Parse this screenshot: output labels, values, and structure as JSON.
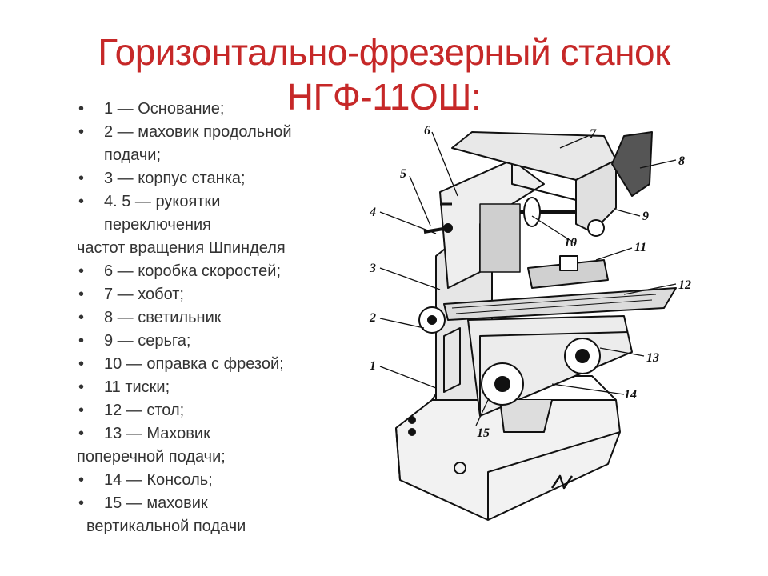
{
  "title": {
    "line1": "Горизонтально-фрезерный станок",
    "line2": "НГФ-11ОШ:"
  },
  "colors": {
    "title": "#c62828",
    "text": "#333333"
  },
  "legend": [
    {
      "kind": "bullet",
      "text": "1 — Основание;"
    },
    {
      "kind": "bullet",
      "text": "2 — маховик продольной"
    },
    {
      "kind": "wrap",
      "text": "подачи;"
    },
    {
      "kind": "bullet",
      "text": "3 — корпус станка;"
    },
    {
      "kind": "bullet",
      "text": "4. 5 — рукоятки"
    },
    {
      "kind": "wrap",
      "text": "переключения"
    },
    {
      "kind": "cont",
      "text": "частот вращения Шпинделя"
    },
    {
      "kind": "bullet",
      "text": "6 — коробка скоростей;"
    },
    {
      "kind": "bullet",
      "text": "7 — хобот;"
    },
    {
      "kind": "bullet",
      "text": "8 — светильник"
    },
    {
      "kind": "bullet",
      "text": "9 — серьга;"
    },
    {
      "kind": "bullet",
      "text": "10 — оправка с фрезой;"
    },
    {
      "kind": "bullet",
      "text": "11 тиски;"
    },
    {
      "kind": "bullet",
      "text": "12 — стол;"
    },
    {
      "kind": "bullet",
      "text": "13 — Маховик"
    },
    {
      "kind": "cont",
      "text": "поперечной подачи;"
    },
    {
      "kind": "bullet",
      "text": "14 — Консоль;"
    },
    {
      "kind": "bullet",
      "text": "15 — маховик"
    },
    {
      "kind": "indent",
      "text": "вертикальной подачи"
    }
  ],
  "diagram": {
    "callouts": [
      "1",
      "2",
      "3",
      "4",
      "5",
      "6",
      "7",
      "8",
      "9",
      "10",
      "11",
      "12",
      "13",
      "14",
      "15"
    ]
  }
}
